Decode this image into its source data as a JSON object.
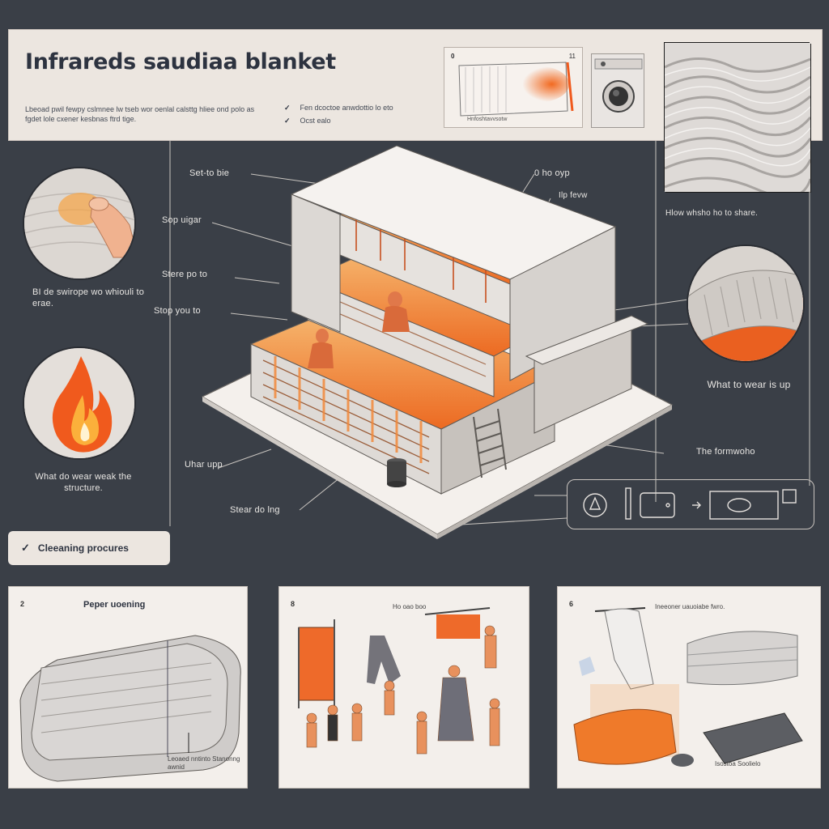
{
  "header": {
    "title": "Infrareds saudiaa blanket",
    "intro": "Lbeoad pwil fewpy cslmnee lw tseb wor oenlal calsttg hliee ond polo as fgdet lole cxener kesbnas ftrd tige.",
    "bullets": [
      {
        "check": "✓",
        "text": "Fen dcoctoe anwdottio lo eto"
      },
      {
        "check": "✓",
        "text": "Ocst ealo"
      }
    ],
    "panel_a": {
      "num": "0",
      "num2": "11",
      "caption": "Hnfoshtavvsotw"
    }
  },
  "callouts": {
    "set_to_die": "Set-to bie",
    "sop_uigar": "Sop uigar",
    "store_po_to": "Stere po to",
    "stop_you_to": "Stop you to",
    "o_ho_oyp": "0 ho oyp",
    "lip_fevw": "Ilp fevw",
    "how_to_share": "Hlow whsho ho to share.",
    "left_question": "BI de swirope wo whiouli to erae.",
    "what_to_wear": "What to wear is up",
    "what_do_wear": "What do wear weak the structure.",
    "uhar_upp": "Uhar upp",
    "stear_doing": "Stear do lng",
    "the_formwoho": "The formwoho"
  },
  "legend": {
    "check": "✓",
    "label": "Cleeaning procures"
  },
  "cards": [
    {
      "num": "2",
      "title": "Peper uoening",
      "caption": "Leoaed nntinto Stanonng awnid"
    },
    {
      "num": "8",
      "title": "",
      "caption": "Ho oao boo"
    },
    {
      "num": "6",
      "title": "",
      "caption_top": "Ineeoner uauoiabe fwro.",
      "caption_bottom": "Isostoa Soolielo"
    }
  ],
  "colors": {
    "background": "#3a3f47",
    "panel": "#ece6e0",
    "heat_orange": "#f0661f",
    "flame_yellow": "#fbb03b"
  }
}
